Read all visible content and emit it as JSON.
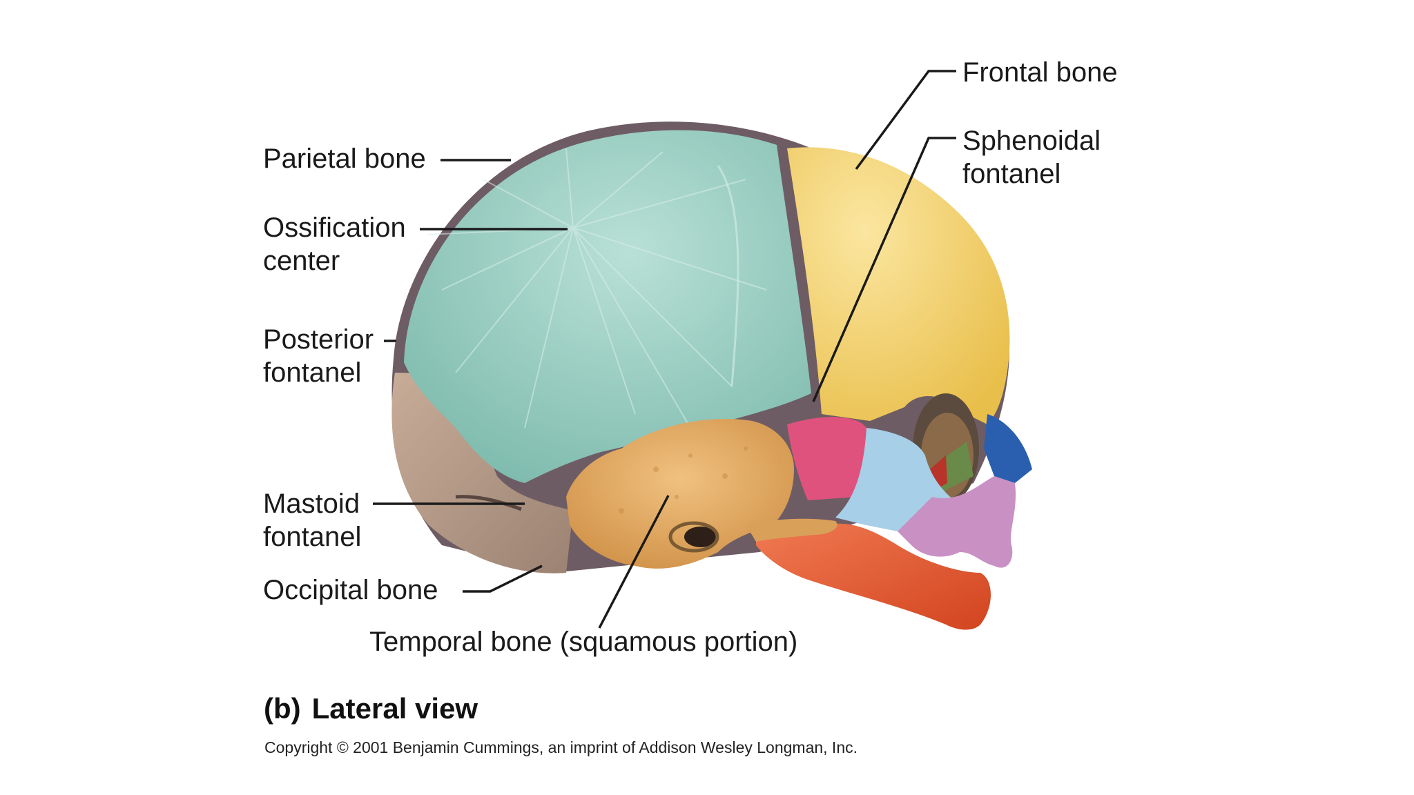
{
  "labels": {
    "parietal_bone": "Parietal bone",
    "ossification_center": [
      "Ossification",
      "center"
    ],
    "posterior_fontanel": [
      "Posterior",
      "fontanel"
    ],
    "mastoid_fontanel": [
      "Mastoid",
      "fontanel"
    ],
    "occipital_bone": "Occipital bone",
    "temporal_bone": "Temporal bone (squamous portion)",
    "frontal_bone": "Frontal bone",
    "sphenoidal_fontanel": [
      "Sphenoidal",
      "fontanel"
    ]
  },
  "caption": {
    "letter": "(b)",
    "title": "Lateral view"
  },
  "copyright": "Copyright © 2001 Benjamin Cummings, an imprint of Addison Wesley Longman, Inc.",
  "colors": {
    "parietal": "#8fc9bc",
    "frontal": "#f2cf6a",
    "occipital": "#b59a86",
    "temporal": "#d9a05a",
    "sphenoid": "#e0527e",
    "maxilla_blue": "#a7cfe8",
    "nasal_blue": "#2a5fb0",
    "maxilla_pink": "#c990c4",
    "mandible": "#e0542f",
    "fontanel": "#6e5c64",
    "leader_line": "#1a1a1a"
  }
}
